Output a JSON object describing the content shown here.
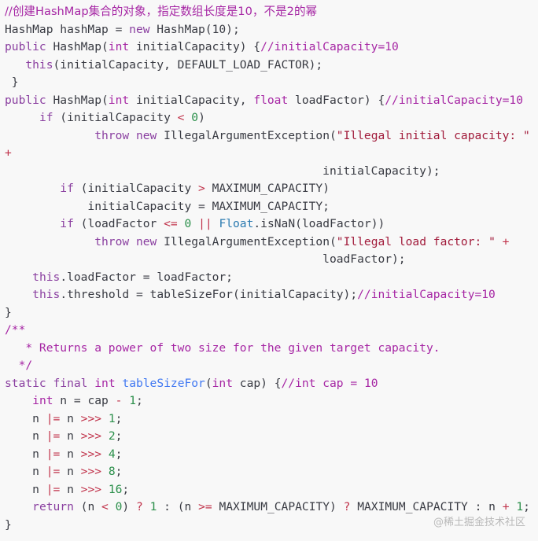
{
  "watermark": "@稀土掘金技术社区",
  "lines": [
    [
      {
        "t": "//创建HashMap集合的对象，指定数组长度是10，不是2的幂",
        "c": "comment cn"
      }
    ],
    [
      {
        "t": "HashMap hashMap = ",
        "c": "plain"
      },
      {
        "t": "new",
        "c": "keyword"
      },
      {
        "t": " HashMap(10);",
        "c": "plain"
      }
    ],
    [
      {
        "t": "public",
        "c": "keyword"
      },
      {
        "t": " HashMap(",
        "c": "plain"
      },
      {
        "t": "int",
        "c": "type"
      },
      {
        "t": " initialCapacity) {",
        "c": "plain"
      },
      {
        "t": "//initialCapacity=10",
        "c": "comment"
      }
    ],
    [
      {
        "t": "   ",
        "c": "plain"
      },
      {
        "t": "this",
        "c": "keyword"
      },
      {
        "t": "(initialCapacity, DEFAULT_LOAD_FACTOR);",
        "c": "plain"
      }
    ],
    [
      {
        "t": " }",
        "c": "plain"
      }
    ],
    [
      {
        "t": "public",
        "c": "keyword"
      },
      {
        "t": " HashMap(",
        "c": "plain"
      },
      {
        "t": "int",
        "c": "type"
      },
      {
        "t": " initialCapacity, ",
        "c": "plain"
      },
      {
        "t": "float",
        "c": "type"
      },
      {
        "t": " loadFactor) {",
        "c": "plain"
      },
      {
        "t": "//initialCapacity=10",
        "c": "comment"
      }
    ],
    [
      {
        "t": "     ",
        "c": "plain"
      },
      {
        "t": "if",
        "c": "keyword"
      },
      {
        "t": " (initialCapacity ",
        "c": "plain"
      },
      {
        "t": "<",
        "c": "op"
      },
      {
        "t": " ",
        "c": "plain"
      },
      {
        "t": "0",
        "c": "number"
      },
      {
        "t": ")",
        "c": "plain"
      }
    ],
    [
      {
        "t": "             ",
        "c": "plain"
      },
      {
        "t": "throw",
        "c": "keyword"
      },
      {
        "t": " ",
        "c": "plain"
      },
      {
        "t": "new",
        "c": "keyword"
      },
      {
        "t": " IllegalArgumentException(",
        "c": "plain"
      },
      {
        "t": "\"Illegal initial capacity: \"",
        "c": "string"
      }
    ],
    [
      {
        "t": "+",
        "c": "op"
      }
    ],
    [
      {
        "t": "                                              initialCapacity);",
        "c": "plain"
      }
    ],
    [
      {
        "t": "        ",
        "c": "plain"
      },
      {
        "t": "if",
        "c": "keyword"
      },
      {
        "t": " (initialCapacity ",
        "c": "plain"
      },
      {
        "t": ">",
        "c": "op"
      },
      {
        "t": " MAXIMUM_CAPACITY)",
        "c": "plain"
      }
    ],
    [
      {
        "t": "            initialCapacity = MAXIMUM_CAPACITY;",
        "c": "plain"
      }
    ],
    [
      {
        "t": "        ",
        "c": "plain"
      },
      {
        "t": "if",
        "c": "keyword"
      },
      {
        "t": " (loadFactor ",
        "c": "plain"
      },
      {
        "t": "<=",
        "c": "op"
      },
      {
        "t": " ",
        "c": "plain"
      },
      {
        "t": "0",
        "c": "number"
      },
      {
        "t": " ",
        "c": "plain"
      },
      {
        "t": "||",
        "c": "op"
      },
      {
        "t": " ",
        "c": "plain"
      },
      {
        "t": "Float",
        "c": "class"
      },
      {
        "t": ".isNaN(loadFactor))",
        "c": "plain"
      }
    ],
    [
      {
        "t": "             ",
        "c": "plain"
      },
      {
        "t": "throw",
        "c": "keyword"
      },
      {
        "t": " ",
        "c": "plain"
      },
      {
        "t": "new",
        "c": "keyword"
      },
      {
        "t": " IllegalArgumentException(",
        "c": "plain"
      },
      {
        "t": "\"Illegal load factor: \"",
        "c": "string"
      },
      {
        "t": " ",
        "c": "plain"
      },
      {
        "t": "+",
        "c": "op"
      }
    ],
    [
      {
        "t": "                                              loadFactor);",
        "c": "plain"
      }
    ],
    [
      {
        "t": "    ",
        "c": "plain"
      },
      {
        "t": "this",
        "c": "keyword"
      },
      {
        "t": ".loadFactor = loadFactor;",
        "c": "plain"
      }
    ],
    [
      {
        "t": "    ",
        "c": "plain"
      },
      {
        "t": "this",
        "c": "keyword"
      },
      {
        "t": ".threshold = tableSizeFor(initialCapacity);",
        "c": "plain"
      },
      {
        "t": "//initialCapacity=10",
        "c": "comment"
      }
    ],
    [
      {
        "t": "}",
        "c": "plain"
      }
    ],
    [
      {
        "t": "/**",
        "c": "comment"
      }
    ],
    [
      {
        "t": "   * Returns a power of two size for the given target capacity.",
        "c": "comment"
      }
    ],
    [
      {
        "t": "  */",
        "c": "comment"
      }
    ],
    [
      {
        "t": "static",
        "c": "keyword"
      },
      {
        "t": " ",
        "c": "plain"
      },
      {
        "t": "final",
        "c": "keyword"
      },
      {
        "t": " ",
        "c": "plain"
      },
      {
        "t": "int",
        "c": "type"
      },
      {
        "t": " ",
        "c": "plain"
      },
      {
        "t": "tableSizeFor",
        "c": "func"
      },
      {
        "t": "(",
        "c": "plain"
      },
      {
        "t": "int",
        "c": "type"
      },
      {
        "t": " cap) {",
        "c": "plain"
      },
      {
        "t": "//int cap = 10",
        "c": "comment"
      }
    ],
    [
      {
        "t": "    ",
        "c": "plain"
      },
      {
        "t": "int",
        "c": "type"
      },
      {
        "t": " n = cap ",
        "c": "plain"
      },
      {
        "t": "-",
        "c": "op"
      },
      {
        "t": " ",
        "c": "plain"
      },
      {
        "t": "1",
        "c": "number"
      },
      {
        "t": ";",
        "c": "plain"
      }
    ],
    [
      {
        "t": "    n ",
        "c": "plain"
      },
      {
        "t": "|=",
        "c": "op"
      },
      {
        "t": " n ",
        "c": "plain"
      },
      {
        "t": ">>>",
        "c": "op"
      },
      {
        "t": " ",
        "c": "plain"
      },
      {
        "t": "1",
        "c": "number"
      },
      {
        "t": ";",
        "c": "plain"
      }
    ],
    [
      {
        "t": "    n ",
        "c": "plain"
      },
      {
        "t": "|=",
        "c": "op"
      },
      {
        "t": " n ",
        "c": "plain"
      },
      {
        "t": ">>>",
        "c": "op"
      },
      {
        "t": " ",
        "c": "plain"
      },
      {
        "t": "2",
        "c": "number"
      },
      {
        "t": ";",
        "c": "plain"
      }
    ],
    [
      {
        "t": "    n ",
        "c": "plain"
      },
      {
        "t": "|=",
        "c": "op"
      },
      {
        "t": " n ",
        "c": "plain"
      },
      {
        "t": ">>>",
        "c": "op"
      },
      {
        "t": " ",
        "c": "plain"
      },
      {
        "t": "4",
        "c": "number"
      },
      {
        "t": ";",
        "c": "plain"
      }
    ],
    [
      {
        "t": "    n ",
        "c": "plain"
      },
      {
        "t": "|=",
        "c": "op"
      },
      {
        "t": " n ",
        "c": "plain"
      },
      {
        "t": ">>>",
        "c": "op"
      },
      {
        "t": " ",
        "c": "plain"
      },
      {
        "t": "8",
        "c": "number"
      },
      {
        "t": ";",
        "c": "plain"
      }
    ],
    [
      {
        "t": "    n ",
        "c": "plain"
      },
      {
        "t": "|=",
        "c": "op"
      },
      {
        "t": " n ",
        "c": "plain"
      },
      {
        "t": ">>>",
        "c": "op"
      },
      {
        "t": " ",
        "c": "plain"
      },
      {
        "t": "16",
        "c": "number"
      },
      {
        "t": ";",
        "c": "plain"
      }
    ],
    [
      {
        "t": "    ",
        "c": "plain"
      },
      {
        "t": "return",
        "c": "keyword"
      },
      {
        "t": " (n ",
        "c": "plain"
      },
      {
        "t": "<",
        "c": "op"
      },
      {
        "t": " ",
        "c": "plain"
      },
      {
        "t": "0",
        "c": "number"
      },
      {
        "t": ") ",
        "c": "plain"
      },
      {
        "t": "?",
        "c": "op"
      },
      {
        "t": " ",
        "c": "plain"
      },
      {
        "t": "1",
        "c": "number"
      },
      {
        "t": " : (n ",
        "c": "plain"
      },
      {
        "t": ">=",
        "c": "op"
      },
      {
        "t": " MAXIMUM_CAPACITY) ",
        "c": "plain"
      },
      {
        "t": "?",
        "c": "op"
      },
      {
        "t": " MAXIMUM_CAPACITY : n ",
        "c": "plain"
      },
      {
        "t": "+",
        "c": "op"
      },
      {
        "t": " ",
        "c": "plain"
      },
      {
        "t": "1",
        "c": "number"
      },
      {
        "t": ";",
        "c": "plain"
      }
    ],
    [
      {
        "t": "}",
        "c": "plain"
      }
    ]
  ]
}
